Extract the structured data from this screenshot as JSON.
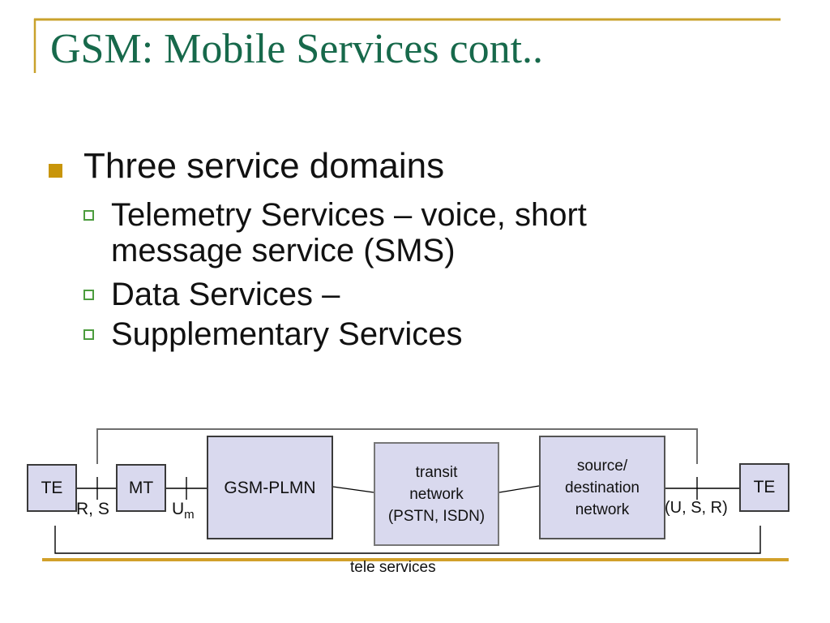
{
  "title": "GSM: Mobile Services cont..",
  "bullets": {
    "main": "Three service domains",
    "sub": [
      "Telemetry Services – voice, short message service (SMS)",
      "Data Services –",
      "Supplementary Services"
    ]
  },
  "diagram": {
    "boxes": {
      "te_left": "TE",
      "mt": "MT",
      "gsm_plmn": "GSM-PLMN",
      "transit": [
        "transit",
        "network",
        "(PSTN, ISDN)"
      ],
      "source_dest": [
        "source/",
        "destination",
        "network"
      ],
      "te_right": "TE"
    },
    "interface_labels": {
      "rs": "R, S",
      "um_base": "U",
      "um_sub": "m",
      "usr": "(U, S, R)"
    },
    "caption": "tele services"
  },
  "colors": {
    "title_green": "#17694B",
    "frame_gold": "#C9A22C",
    "bottom_rule_gold": "#D2A02A",
    "bullet_gold": "#C8950A",
    "sub_bullet_green": "#4C9C3E",
    "box_fill": "#D9D9EE",
    "bracket_gray": "#6E6E6E"
  }
}
